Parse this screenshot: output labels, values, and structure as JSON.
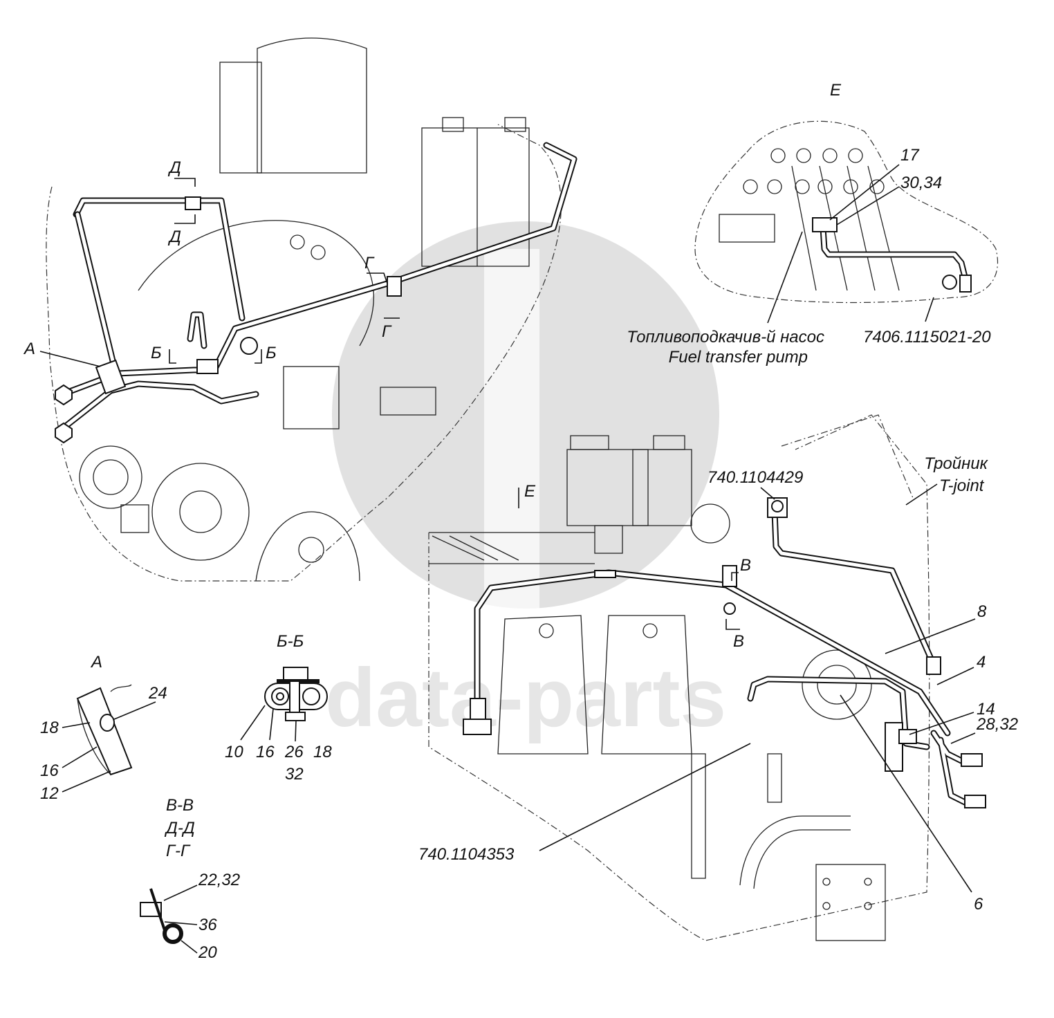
{
  "title": "Fuel lines assembly diagram",
  "watermark": {
    "text": "data-parts",
    "color": "#c8c8c8"
  },
  "views": {
    "main_top": {
      "section_marks": {
        "A": "А",
        "B": "Б",
        "D": "Д",
        "G": "Г"
      }
    },
    "main_bottom": {
      "view_arrow": "Е",
      "section_mark": "В",
      "callouts": {
        "part_4429": "740.1104429",
        "part_4353": "740.1104353",
        "tee_ru": "Тройник",
        "tee_en": "T-joint",
        "n8": "8",
        "n4": "4",
        "n14": "14",
        "n28_32": "28,32",
        "n6": "6"
      }
    },
    "detail_E": {
      "title": "Е",
      "callouts": {
        "n17": "17",
        "n30_34": "30,34",
        "pump_ru": "Топливоподкачив-й насос",
        "pump_en": "Fuel transfer pump",
        "part_5021": "7406.1115021-20"
      }
    },
    "detail_A": {
      "title": "А",
      "callouts": {
        "n24": "24",
        "n18": "18",
        "n16": "16",
        "n12": "12"
      }
    },
    "section_BB": {
      "title": "Б-Б",
      "callouts": {
        "n10": "10",
        "n16": "16",
        "n26": "26",
        "n18": "18",
        "n32": "32"
      }
    },
    "section_clamp": {
      "titles": [
        "В-В",
        "Д-Д",
        "Г-Г"
      ],
      "callouts": {
        "n22_32": "22,32",
        "n36": "36",
        "n20": "20"
      }
    }
  }
}
